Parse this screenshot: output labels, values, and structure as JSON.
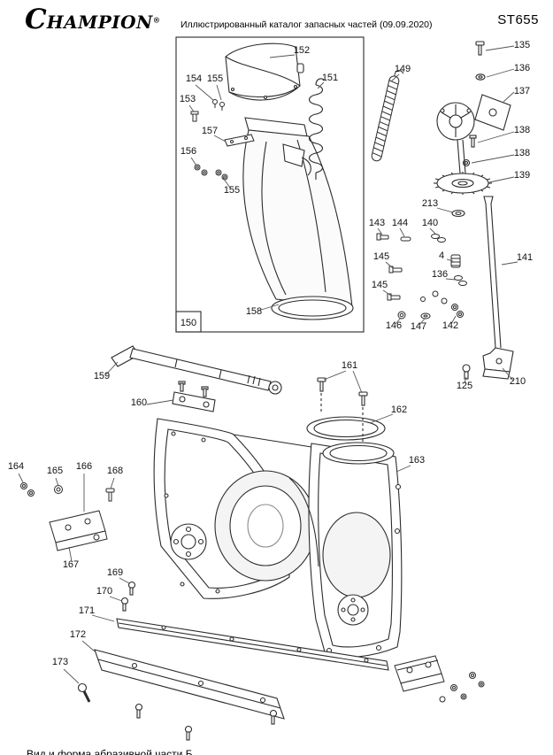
{
  "header": {
    "brand_initial": "C",
    "brand_rest": "HAMPION",
    "brand_reg": "®",
    "title": "Иллюстрированный каталог запасных частей (09.09.2020)",
    "model": "ST655"
  },
  "inset": {
    "label": "150"
  },
  "footer": {
    "note": "Вид и форма абразивной части Б"
  },
  "callouts": [
    "135",
    "136",
    "137",
    "138",
    "138",
    "139",
    "213",
    "143",
    "144",
    "140",
    "4",
    "141",
    "145",
    "136",
    "145",
    "146",
    "147",
    "142",
    "125",
    "210",
    "149",
    "152",
    "154",
    "155",
    "151",
    "153",
    "157",
    "156",
    "155",
    "158",
    "159",
    "160",
    "161",
    "162",
    "163",
    "164",
    "165",
    "166",
    "168",
    "167",
    "169",
    "170",
    "171",
    "172",
    "173"
  ]
}
